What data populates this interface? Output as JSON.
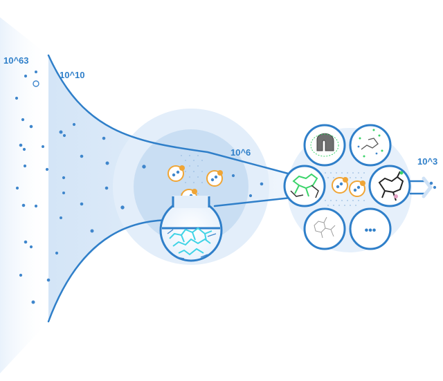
{
  "funnel_labels": {
    "chemical_space": "10^63",
    "library": "10^10",
    "screened": "10^6",
    "final": "10^3"
  },
  "more_card": {
    "glyph": "•••"
  },
  "colors": {
    "primary_blue": "#2f7fc9",
    "light_blue_fill": "#dbe9f8",
    "halo_blue": "#c9def3",
    "accent_orange": "#f0a535",
    "structure_cyan": "#3fd3e6",
    "structure_green": "#3bd46a"
  }
}
